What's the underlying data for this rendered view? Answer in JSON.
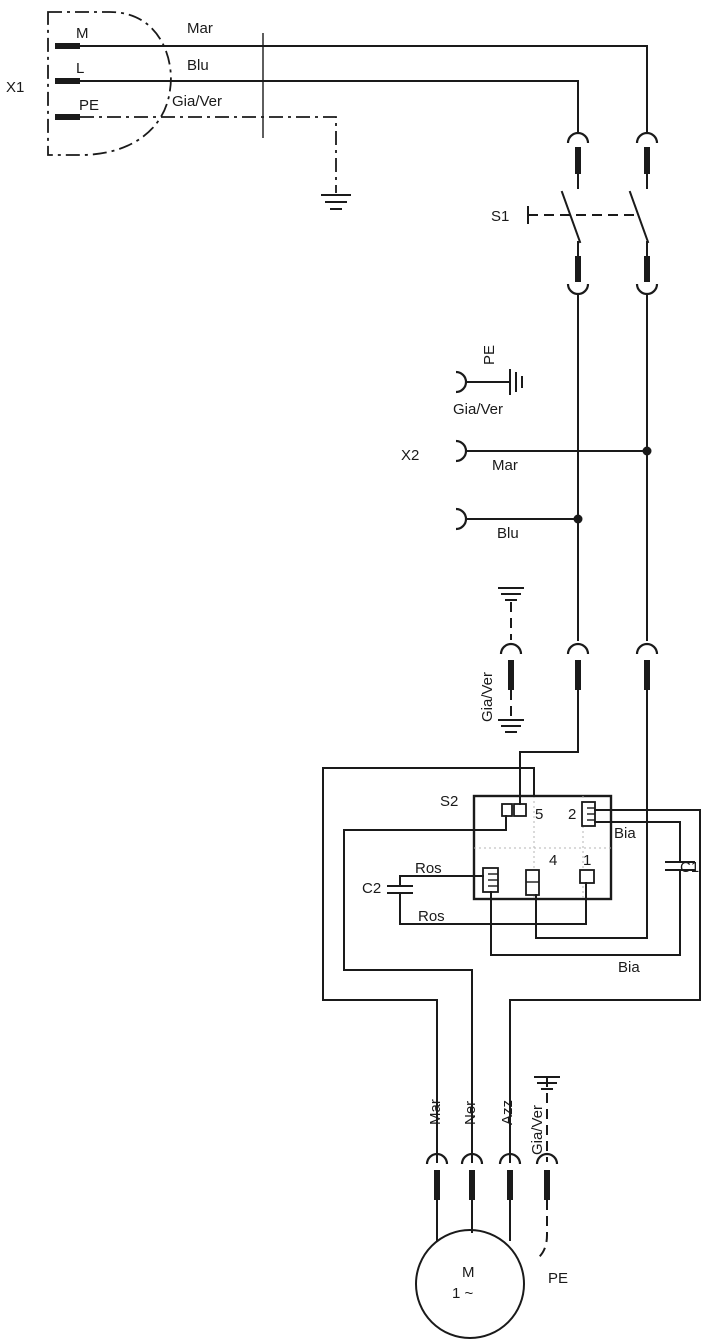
{
  "x1": {
    "label": "X1",
    "pin_m": "M",
    "pin_l": "L",
    "pin_pe": "PE",
    "wire_brown": "Mar",
    "wire_blue": "Blu",
    "wire_green": "Gia/Ver"
  },
  "s1": {
    "label": "S1"
  },
  "pe_socket": {
    "label": "PE",
    "wire": "Gia/Ver"
  },
  "x2": {
    "label": "X2",
    "wire_brown": "Mar",
    "wire_blue": "Blu"
  },
  "ground_plug": {
    "wire": "Gia/Ver"
  },
  "s2": {
    "label": "S2",
    "t5": "5",
    "t2": "2",
    "t4": "4",
    "t1": "1",
    "wire_white_top": "Bia",
    "wire_white_bottom": "Bia"
  },
  "c1": {
    "label": "C1"
  },
  "c2": {
    "label": "C2",
    "wire_red_top": "Ros",
    "wire_red_bottom": "Ros"
  },
  "motor": {
    "wire_brown": "Mar",
    "wire_black": "Ner",
    "wire_azure": "Azz",
    "wire_green": "Gia/Ver",
    "pe": "PE",
    "symbol": "M",
    "phase": "1 ~"
  }
}
